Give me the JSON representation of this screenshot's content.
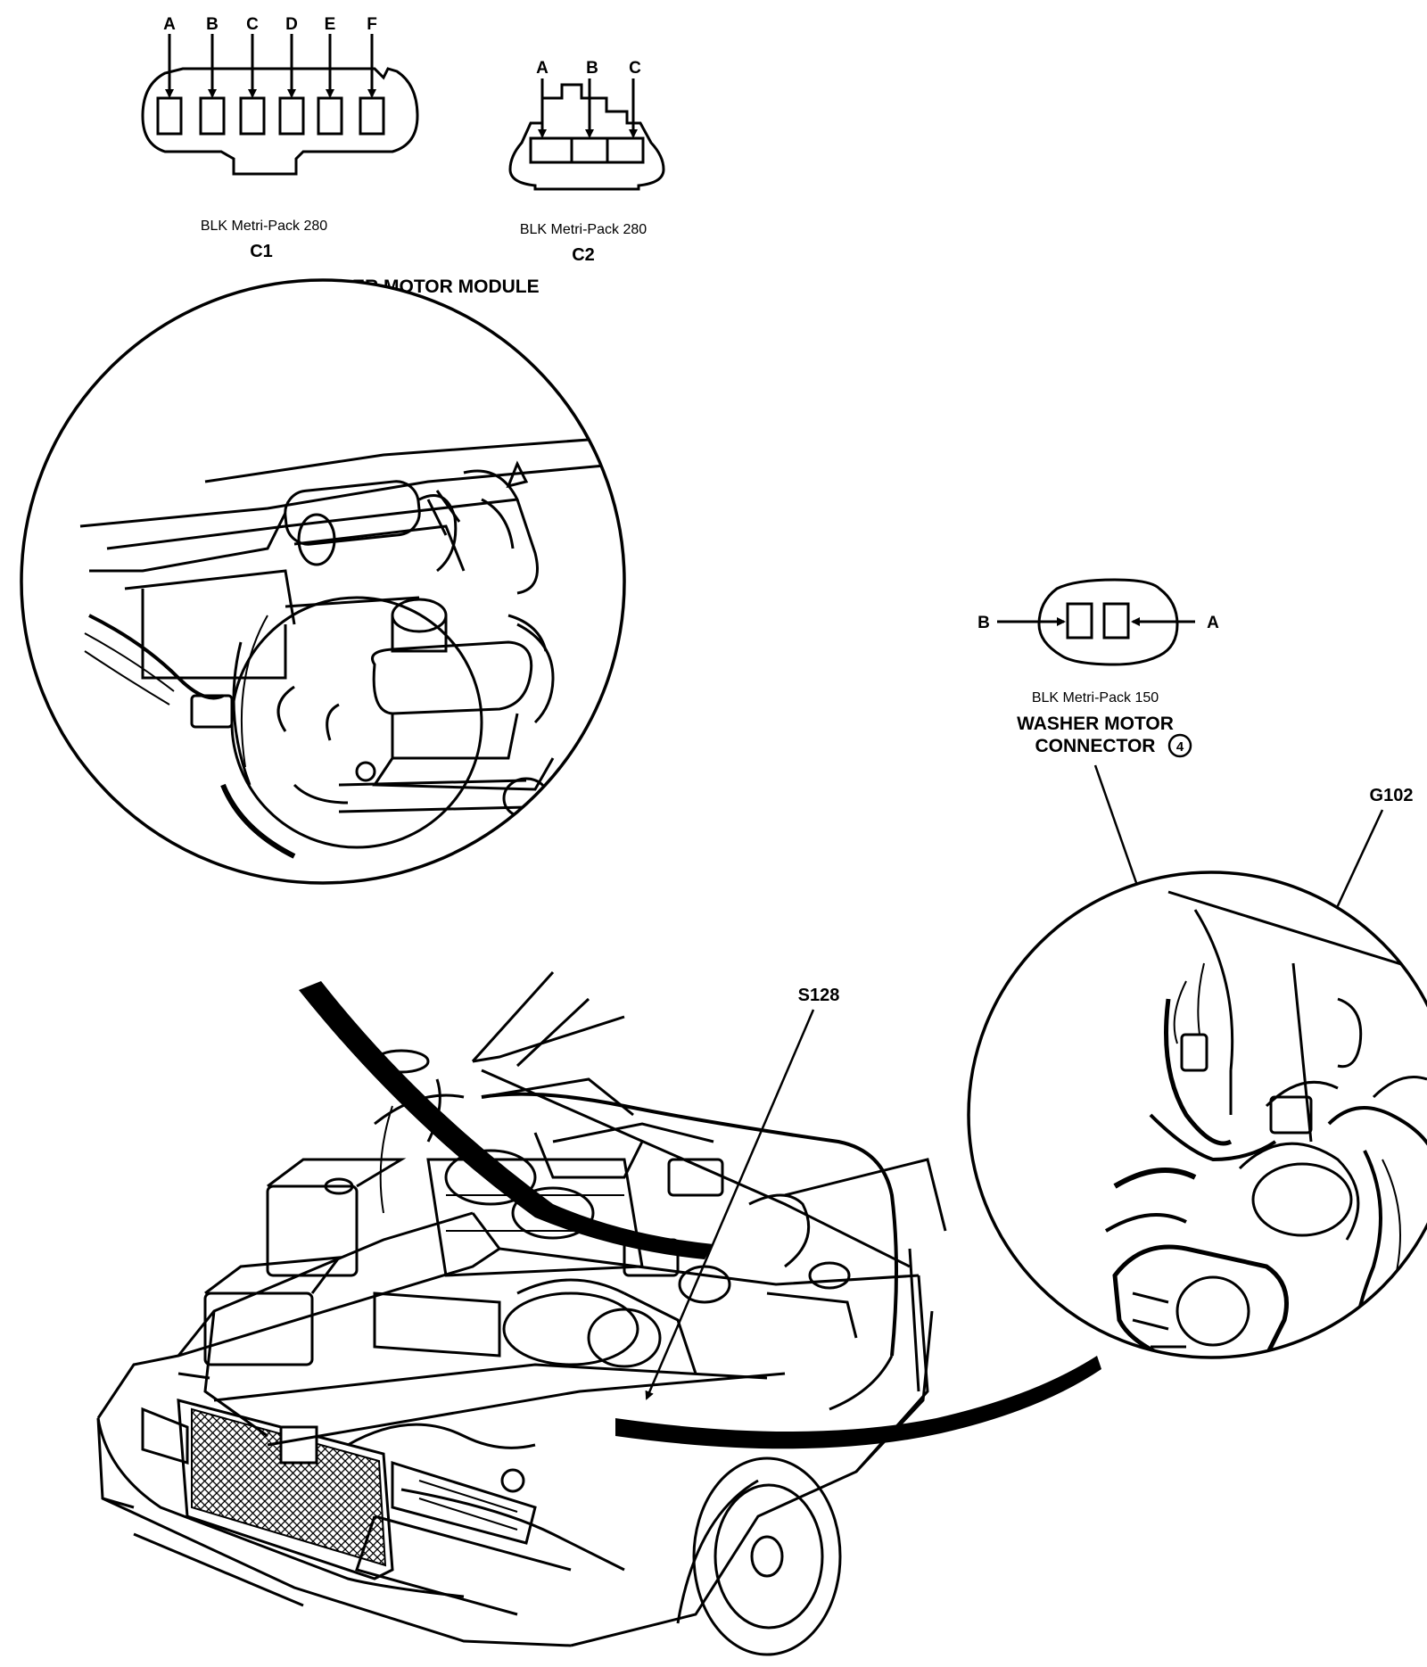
{
  "connectors": {
    "c1": {
      "pins": [
        "A",
        "B",
        "C",
        "D",
        "E",
        "F"
      ],
      "type": "BLK Metri-Pack 280",
      "id": "C1"
    },
    "c2": {
      "pins": [
        "A",
        "B",
        "C"
      ],
      "type": "BLK Metri-Pack 280",
      "id": "C2"
    },
    "washer": {
      "pins": [
        "B",
        "A"
      ],
      "type": "BLK Metri-Pack 150",
      "title_line1": "WASHER MOTOR",
      "title_line2": "CONNECTOR",
      "badge": "4"
    }
  },
  "labels": {
    "wiper_module": "WIPER MOTOR MODULE",
    "splice": "S128",
    "ground": "G102"
  }
}
